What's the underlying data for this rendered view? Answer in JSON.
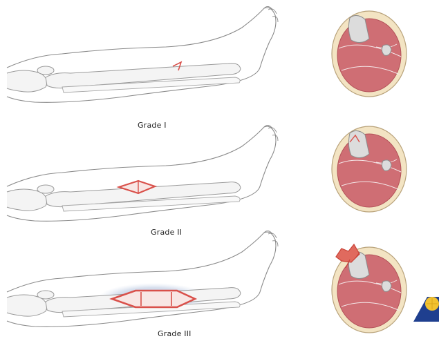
{
  "grades": [
    {
      "label": "Grade I"
    },
    {
      "label": "Grade II"
    },
    {
      "label": "Grade III"
    }
  ],
  "colors": {
    "bone_outline": "#9a9a9a",
    "bone_fill": "#f4f4f4",
    "muscle": "#cf6e74",
    "fat": "#f3e4c3",
    "skin_outline": "#b8a27a",
    "wound": "#d9504a",
    "contusion": "#a7b9d8",
    "logo_blue": "#1f3f8f",
    "logo_yellow": "#f2c230"
  }
}
